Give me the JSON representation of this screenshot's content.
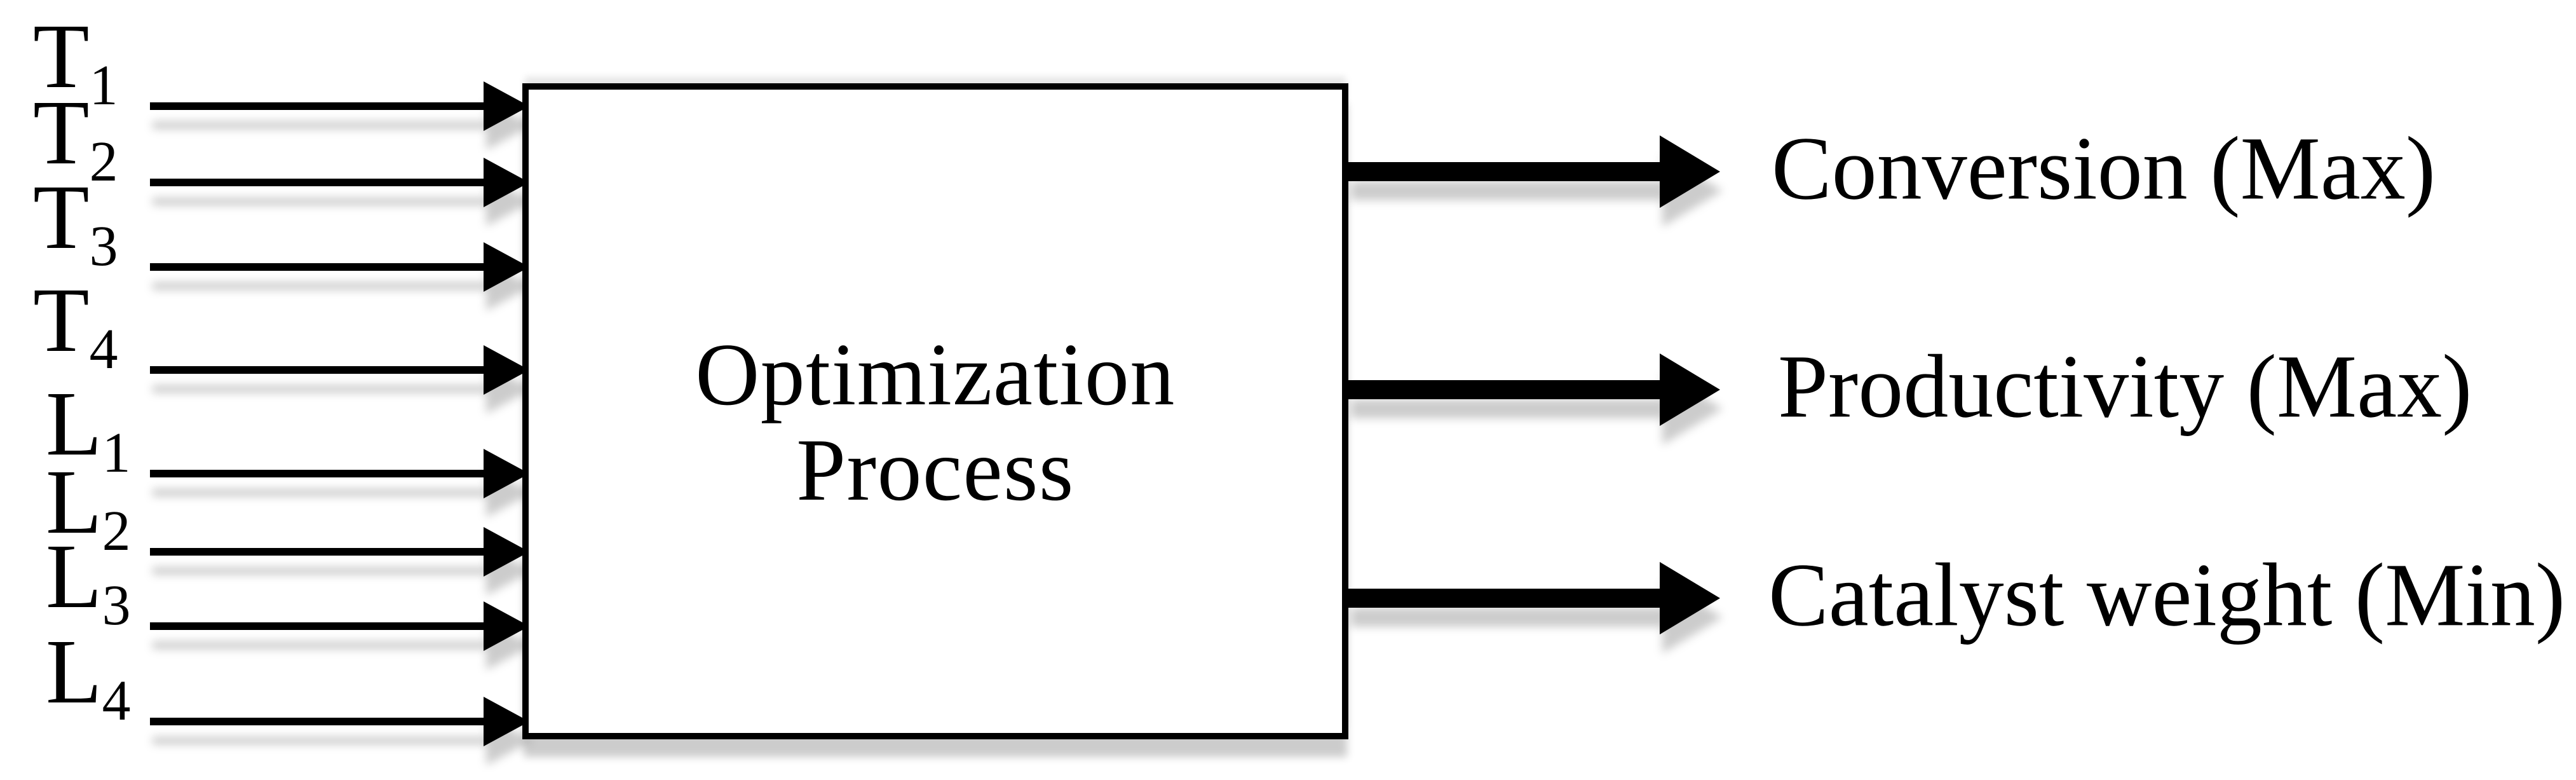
{
  "diagram": {
    "box": {
      "line1": "Optimization",
      "line2": "Process"
    },
    "inputs": [
      {
        "base": "T",
        "sub": "1"
      },
      {
        "base": "T",
        "sub": "2"
      },
      {
        "base": "T",
        "sub": "3"
      },
      {
        "base": "T",
        "sub": "4"
      },
      {
        "base": "L",
        "sub": "1"
      },
      {
        "base": "L",
        "sub": "2"
      },
      {
        "base": "L",
        "sub": "3"
      },
      {
        "base": "L",
        "sub": "4"
      }
    ],
    "outputs": [
      {
        "label": "Conversion (Max)"
      },
      {
        "label": "Productivity (Max)"
      },
      {
        "label": "Catalyst weight (Min)"
      }
    ],
    "colors": {
      "ink": "#000000",
      "background": "#ffffff",
      "shadow": "rgba(0,0,0,0.20)"
    }
  }
}
